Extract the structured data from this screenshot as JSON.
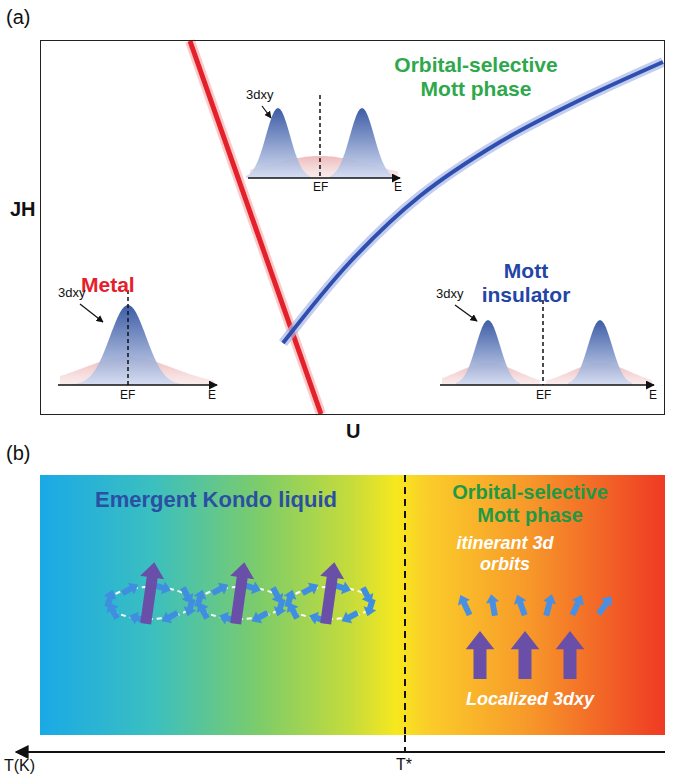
{
  "diagram": {
    "nodes": [
      {
        "text": [
          "Metal",
          "Orbital-selective Mott phase",
          "Mott insulator"
        ]
      },
      {
        "text": [
          "Emergent Kondo liquid",
          "Orbital-selective Mott phase",
          "itinerant 3d orbits",
          "Localized 3dxy"
        ]
      }
    ],
    "labels": [
      "(a)",
      "JH",
      "3dxy",
      "EF",
      "E",
      "3dxy",
      "EF",
      "E",
      "3dxy",
      "EF",
      "E",
      "U",
      "(b)",
      "T(K)",
      "T*"
    ]
  }
}
